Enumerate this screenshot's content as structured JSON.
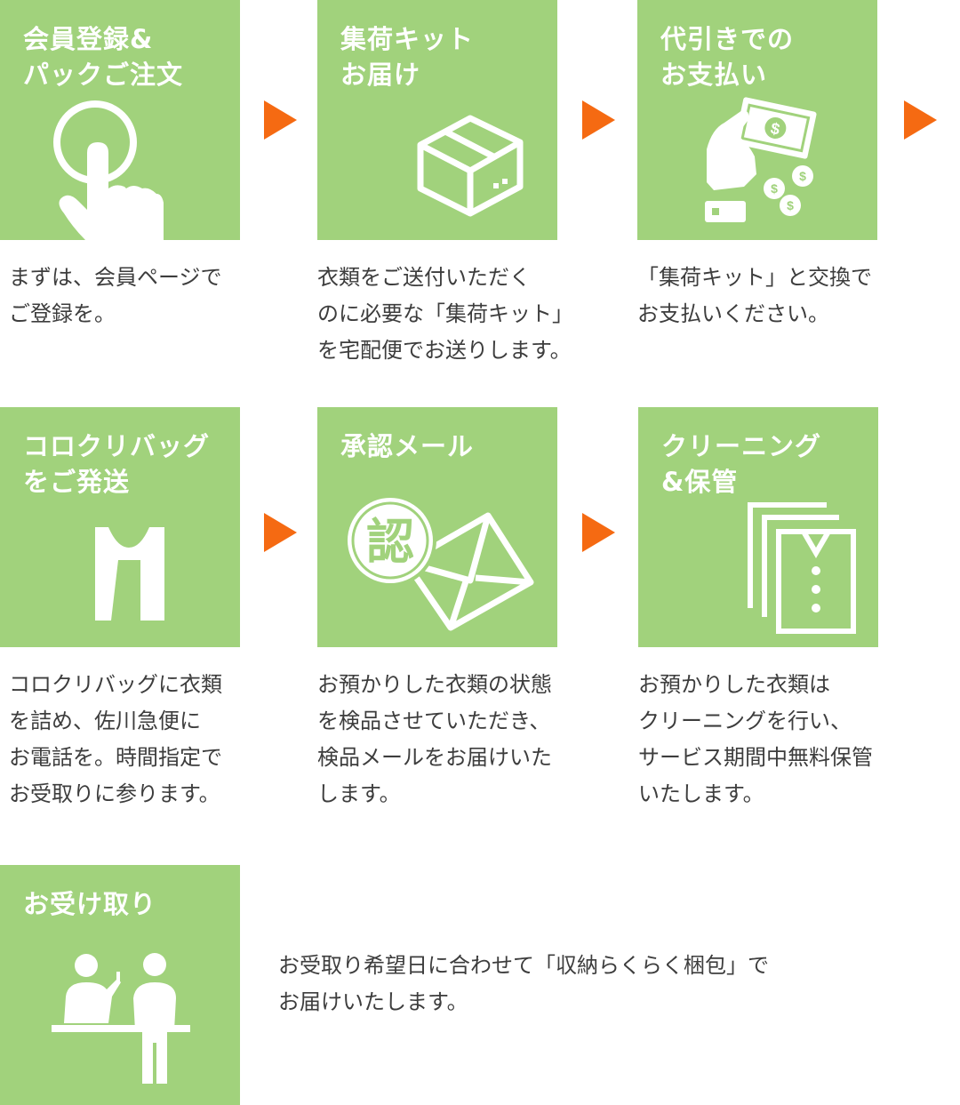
{
  "steps": [
    {
      "title": "会員登録&\nパックご注文",
      "description": "まずは、会員ページで\nご登録を。",
      "icon": "tap-finger-icon"
    },
    {
      "title": "集荷キット\nお届け",
      "description": "衣類をご送付いただく\nのに必要な「集荷キット」\nを宅配便でお送りします。",
      "icon": "box-icon"
    },
    {
      "title": "代引きでの\nお支払い",
      "description": "「集荷キット」と交換で\nお支払いください。",
      "icon": "cash-payment-icon"
    },
    {
      "title": "コロクリバッグ\nをご発送",
      "description": "コロクリバッグに衣類\nを詰め、佐川急便に\nお電話を。時間指定で\nお受取りに参ります。",
      "icon": "clothing-icon"
    },
    {
      "title": "承認メール",
      "description": "お預かりした衣類の状態\nを検品させていただき、\n検品メールをお届けいた\nします。",
      "icon": "approval-mail-icon",
      "stamp_text": "認"
    },
    {
      "title": "クリーニング\n&保管",
      "description": "お預かりした衣類は\nクリーニングを行い、\nサービス期間中無料保管\nいたします。",
      "icon": "stored-clothes-icon"
    },
    {
      "title": "お受け取り",
      "description": "お受取り希望日に合わせて「収納らくらく梱包」で\nお届けいたします。",
      "icon": "delivery-handover-icon"
    }
  ],
  "colors": {
    "tile": "#a1d27c",
    "arrow": "#f56a12",
    "text": "#3d3d3d"
  }
}
